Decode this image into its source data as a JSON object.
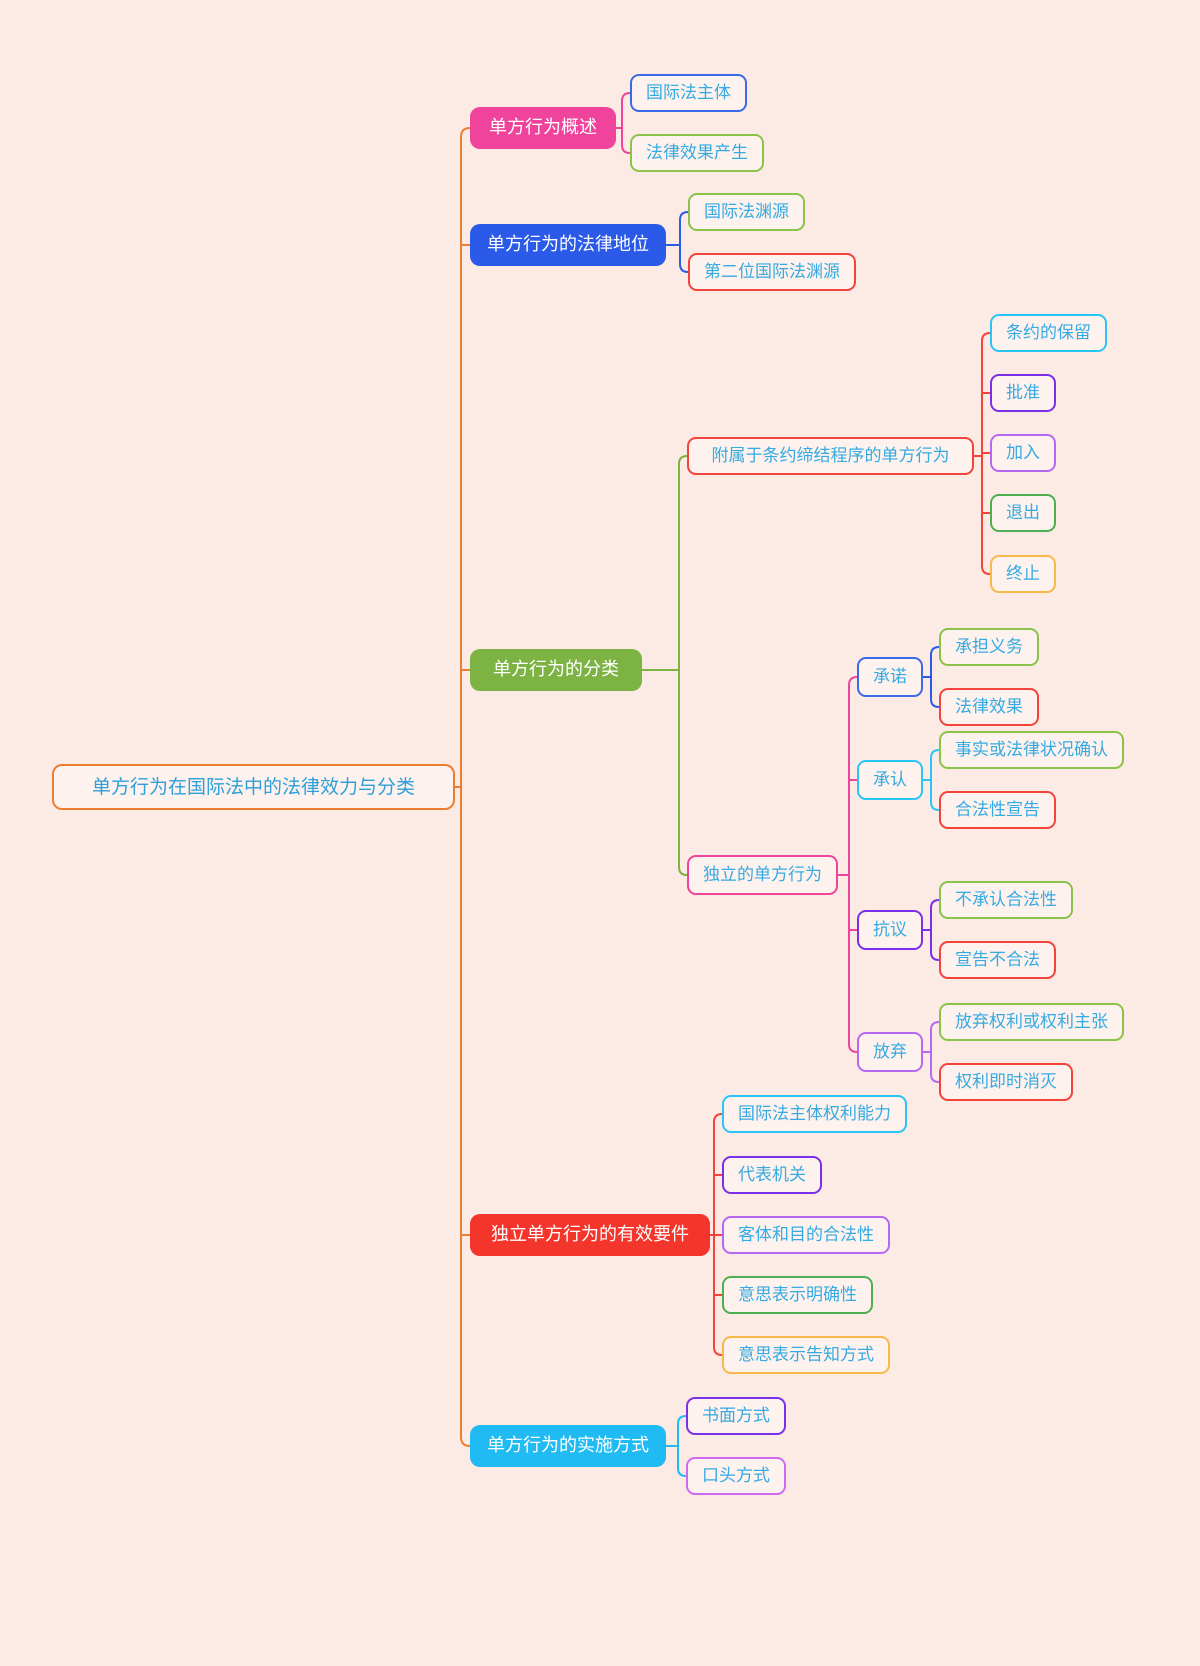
{
  "mindmap": {
    "root": {
      "label": "单方行为在国际法中的法律效力与分类"
    },
    "branches": [
      {
        "label": "单方行为概述",
        "fill": "#f0439b",
        "children": [
          {
            "label": "国际法主体"
          },
          {
            "label": "法律效果产生"
          }
        ]
      },
      {
        "label": "单方行为的法律地位",
        "fill": "#2b59e8",
        "children": [
          {
            "label": "国际法渊源"
          },
          {
            "label": "第二位国际法渊源"
          }
        ]
      },
      {
        "label": "单方行为的分类",
        "fill": "#7cb342",
        "children": [
          {
            "label": "附属于条约缔结程序的单方行为",
            "children": [
              {
                "label": "条约的保留"
              },
              {
                "label": "批准"
              },
              {
                "label": "加入"
              },
              {
                "label": "退出"
              },
              {
                "label": "终止"
              }
            ]
          },
          {
            "label": "独立的单方行为",
            "children": [
              {
                "label": "承诺",
                "children": [
                  {
                    "label": "承担义务"
                  },
                  {
                    "label": "法律效果"
                  }
                ]
              },
              {
                "label": "承认",
                "children": [
                  {
                    "label": "事实或法律状况确认"
                  },
                  {
                    "label": "合法性宣告"
                  }
                ]
              },
              {
                "label": "抗议",
                "children": [
                  {
                    "label": "不承认合法性"
                  },
                  {
                    "label": "宣告不合法"
                  }
                ]
              },
              {
                "label": "放弃",
                "children": [
                  {
                    "label": "放弃权利或权利主张"
                  },
                  {
                    "label": "权利即时消灭"
                  }
                ]
              }
            ]
          }
        ]
      },
      {
        "label": "独立单方行为的有效要件",
        "fill": "#f4352b",
        "children": [
          {
            "label": "国际法主体权利能力"
          },
          {
            "label": "代表机关"
          },
          {
            "label": "客体和目的合法性"
          },
          {
            "label": "意思表示明确性"
          },
          {
            "label": "意思表示告知方式"
          }
        ]
      },
      {
        "label": "单方行为的实施方式",
        "fill": "#1fbbf2",
        "children": [
          {
            "label": "书面方式"
          },
          {
            "label": "口头方式"
          }
        ]
      }
    ],
    "palette": {
      "background": "#fcebe5",
      "node_fill": "#fdf2ed",
      "root_border": "#ed7d31",
      "root_text": "#2e9fd9",
      "child_text": "#35aae3",
      "branch_pink": "#f0439b",
      "branch_blue": "#2b59e8",
      "branch_green": "#7cb342",
      "branch_red": "#f4352b",
      "branch_cyan": "#1fbbf2",
      "border_blue": "#3b6ae8",
      "border_lightgreen": "#8bc34a",
      "border_green": "#4caf50",
      "border_red": "#f4433a",
      "border_cyan": "#29c5f6",
      "border_purple": "#7c2fe8",
      "border_violet": "#b668f2",
      "border_amber": "#f7b94a",
      "border_magenta": "#cf6af0"
    }
  }
}
